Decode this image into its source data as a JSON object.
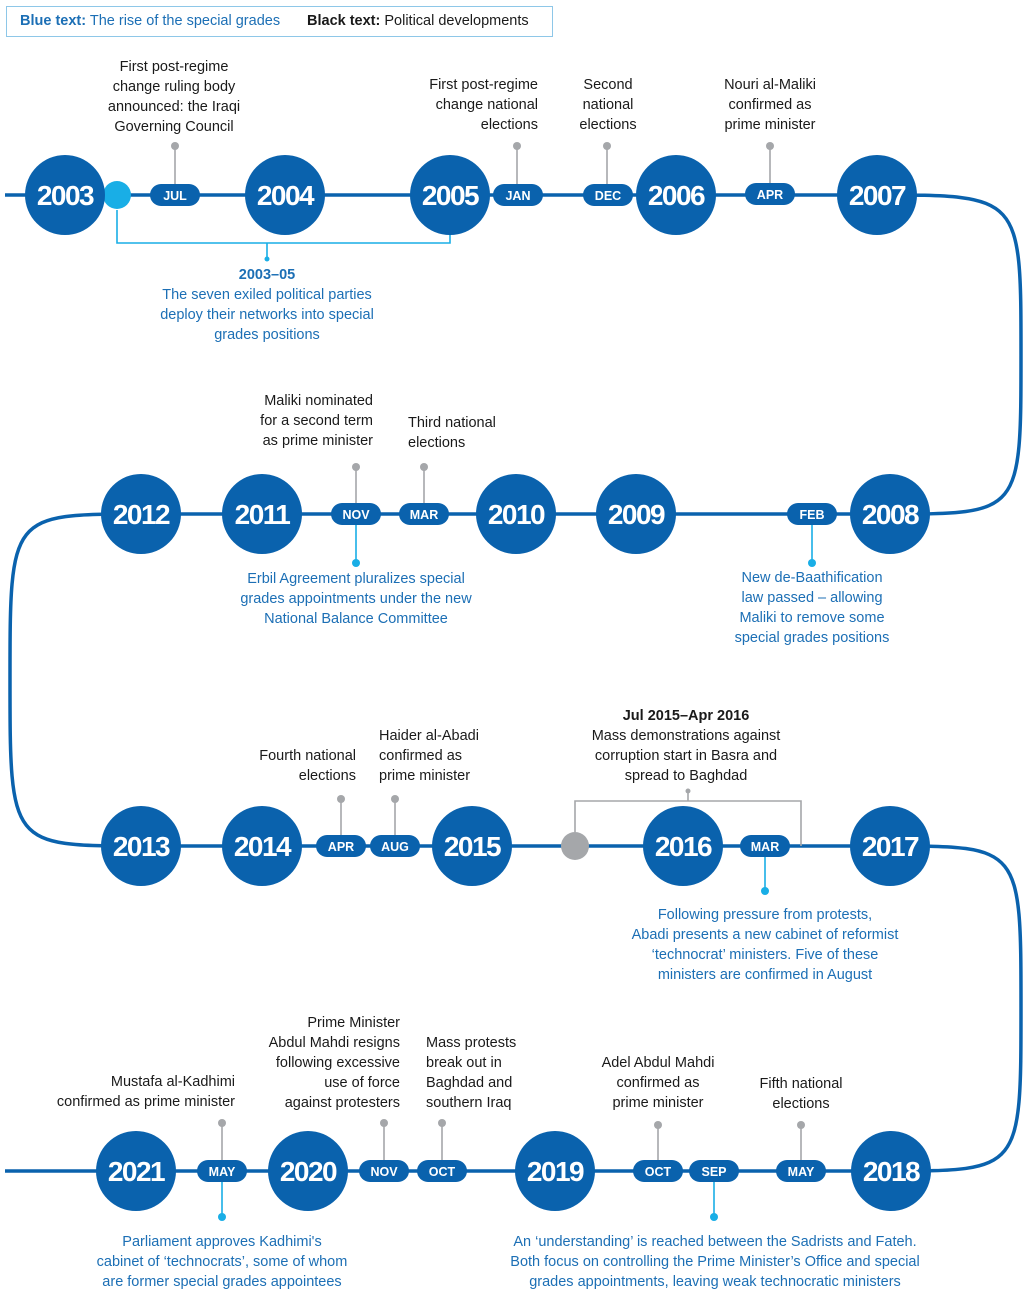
{
  "legend": {
    "blue_key": "Blue text:",
    "blue_desc": "The rise of the special grades",
    "black_key": "Black text:",
    "black_desc": "Political developments"
  },
  "colors": {
    "primary_blue": "#0a62ad",
    "light_blue": "#19aee6",
    "text_blue": "#1c6fb5",
    "grey": "#a5a7aa",
    "text_black": "#1a1a1a"
  },
  "years": [
    "2003",
    "2004",
    "2005",
    "2006",
    "2007",
    "2008",
    "2009",
    "2010",
    "2011",
    "2012",
    "2013",
    "2014",
    "2015",
    "2016",
    "2017",
    "2018",
    "2019",
    "2020",
    "2021"
  ],
  "months": [
    "JUL",
    "JAN",
    "DEC",
    "APR",
    "FEB",
    "MAR",
    "NOV",
    "APR",
    "AUG",
    "MAR",
    "SEP",
    "OCT",
    "MAY",
    "OCT",
    "NOV",
    "MAY"
  ],
  "row1": {
    "jul_2003": "First post-regime\nchange ruling body\nannounced: the Iraqi\nGoverning Council",
    "jan_2005": "First post-regime\nchange national\nelections",
    "dec_2005": "Second\nnational\nelections",
    "apr_2006": "Nouri al-Maliki\nconfirmed as\nprime minister",
    "range_label": "2003–05",
    "range_text": "The seven exiled political parties\ndeploy their networks into special\ngrades positions"
  },
  "row2": {
    "nov_2010": "Maliki nominated\nfor a second term\nas prime minister",
    "mar_2010": "Third national\nelections",
    "erbil": "Erbil Agreement pluralizes special\ngrades appointments under the new\nNational Balance Committee",
    "feb_2008": "New de-Baathification\nlaw passed – allowing\nMaliki to remove some\nspecial grades positions"
  },
  "row3": {
    "apr_2014": "Fourth national\nelections",
    "aug_2014": "Haider al-Abadi\nconfirmed as\nprime minister",
    "range_label": "Jul 2015–Apr 2016",
    "range_text": "Mass demonstrations against\ncorruption start in Basra and\nspread to Baghdad",
    "mar_2016": "Following pressure from protests,\nAbadi presents a new cabinet of reformist\n‘technocrat’ ministers. Five of these\nministers are confirmed in August"
  },
  "row4": {
    "may_2020": "Mustafa al-Kadhimi\nconfirmed as prime minister",
    "nov_2019": "Prime Minister\nAbdul Mahdi resigns\nfollowing excessive\nuse of force\nagainst protesters",
    "oct_2019": "Mass protests\nbreak out in\nBaghdad and\nsouthern Iraq",
    "oct_2018": "Adel Abdul Mahdi\nconfirmed as\nprime minister",
    "may_2018": "Fifth national\nelections",
    "kadhimi_cabinet": "Parliament approves Kadhimi's\ncabinet of ‘technocrats’, some of whom\nare former special grades appointees",
    "sep_2018": "An ‘understanding’ is reached between the Sadrists and Fateh.\nBoth focus on controlling the Prime Minister’s Office and special\ngrades appointments, leaving weak technocratic ministers"
  }
}
